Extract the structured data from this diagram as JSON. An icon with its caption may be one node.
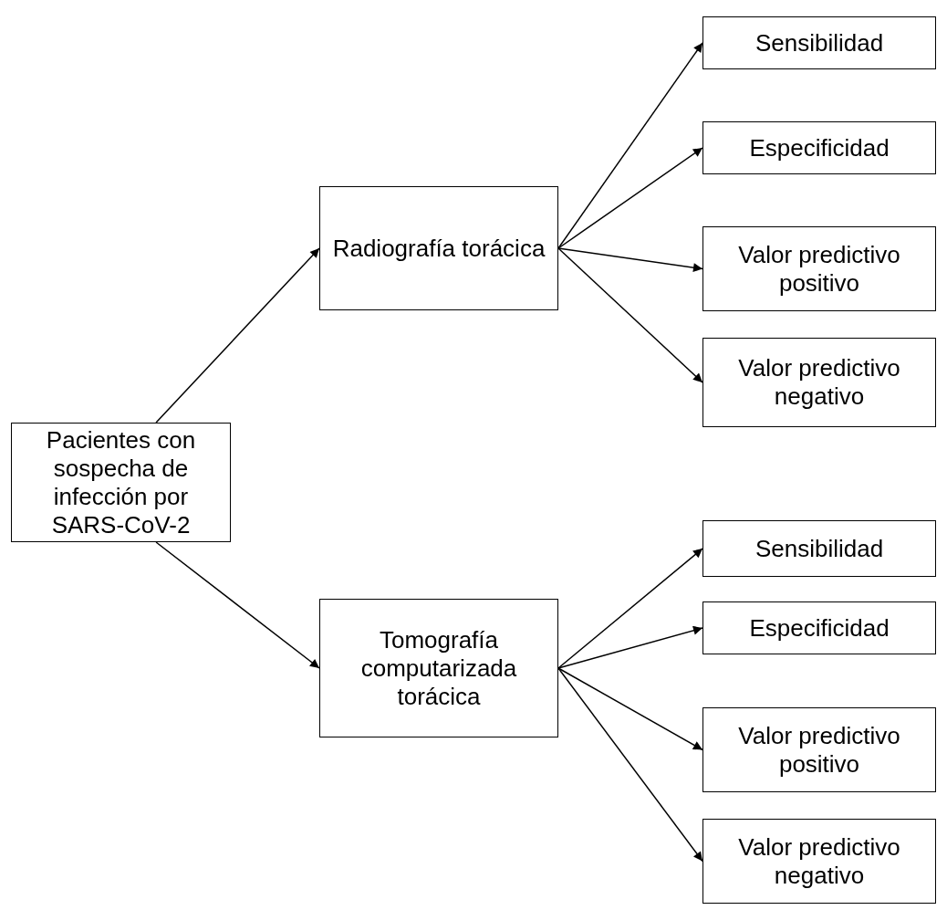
{
  "diagram": {
    "nodes": [
      {
        "text": [
          "Pacientes con sospecha de infección por SARS-CoV-2"
        ]
      },
      {
        "text": [
          "Radiografía torácica"
        ]
      },
      {
        "text": [
          "Sensibilidad"
        ]
      },
      {
        "text": [
          "Especificidad"
        ]
      },
      {
        "text": [
          "Valor predictivo positivo"
        ]
      },
      {
        "text": [
          "Valor predictivo negativo"
        ]
      },
      {
        "text": [
          "Tomografía computarizada torácica"
        ]
      },
      {
        "text": [
          "Sensibilidad"
        ]
      },
      {
        "text": [
          "Especificidad"
        ]
      },
      {
        "text": [
          "Valor predictivo positivo"
        ]
      },
      {
        "text": [
          "Valor predictivo negativo"
        ]
      }
    ],
    "edges": [
      {
        "from": 0,
        "to": 1,
        "arrow": "to"
      },
      {
        "from": 0,
        "to": 6,
        "arrow": "to"
      },
      {
        "from": 1,
        "to": 2,
        "arrow": "to"
      },
      {
        "from": 1,
        "to": 3,
        "arrow": "to"
      },
      {
        "from": 1,
        "to": 4,
        "arrow": "to"
      },
      {
        "from": 1,
        "to": 5,
        "arrow": "to"
      },
      {
        "from": 6,
        "to": 7,
        "arrow": "to"
      },
      {
        "from": 6,
        "to": 8,
        "arrow": "to"
      },
      {
        "from": 6,
        "to": 9,
        "arrow": "to"
      },
      {
        "from": 6,
        "to": 10,
        "arrow": "to"
      }
    ]
  }
}
